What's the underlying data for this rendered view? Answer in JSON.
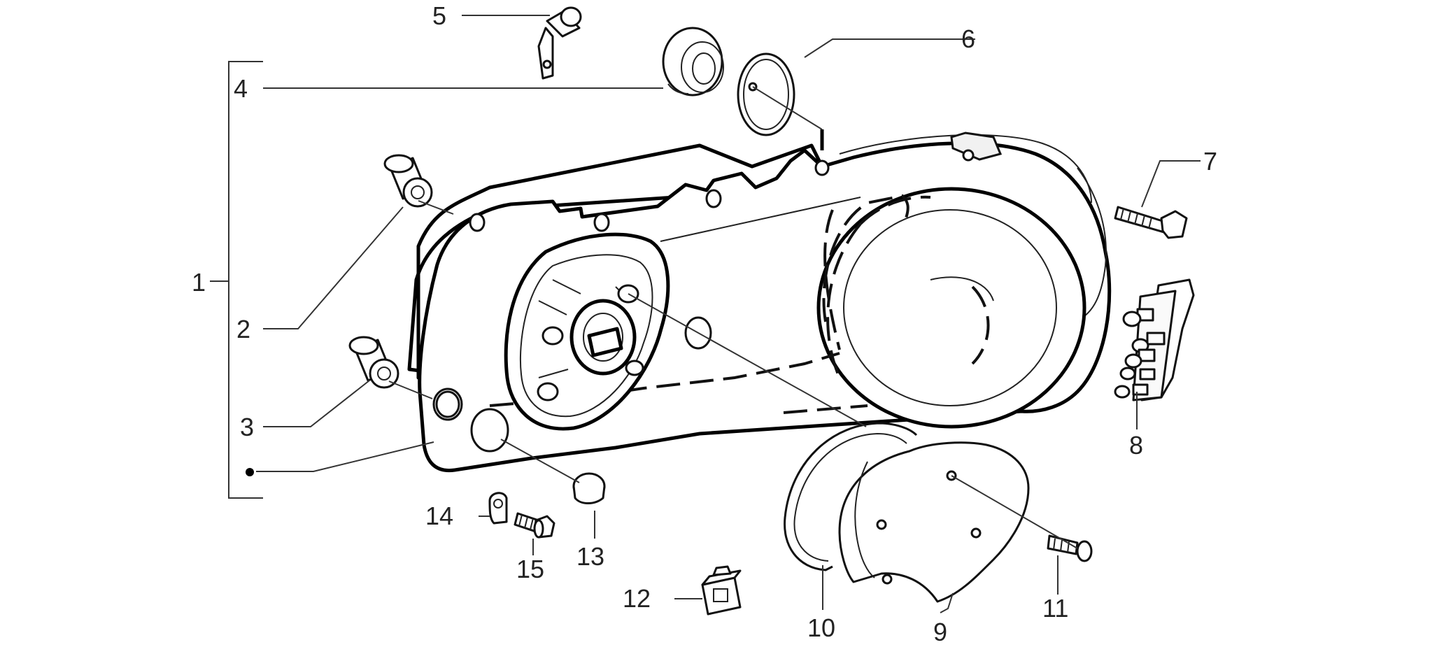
{
  "diagram": {
    "callouts": [
      "1",
      "2",
      "3",
      "4",
      "5",
      "6",
      "7",
      "8",
      "9",
      "10",
      "11",
      "12",
      "13",
      "14",
      "15"
    ]
  }
}
